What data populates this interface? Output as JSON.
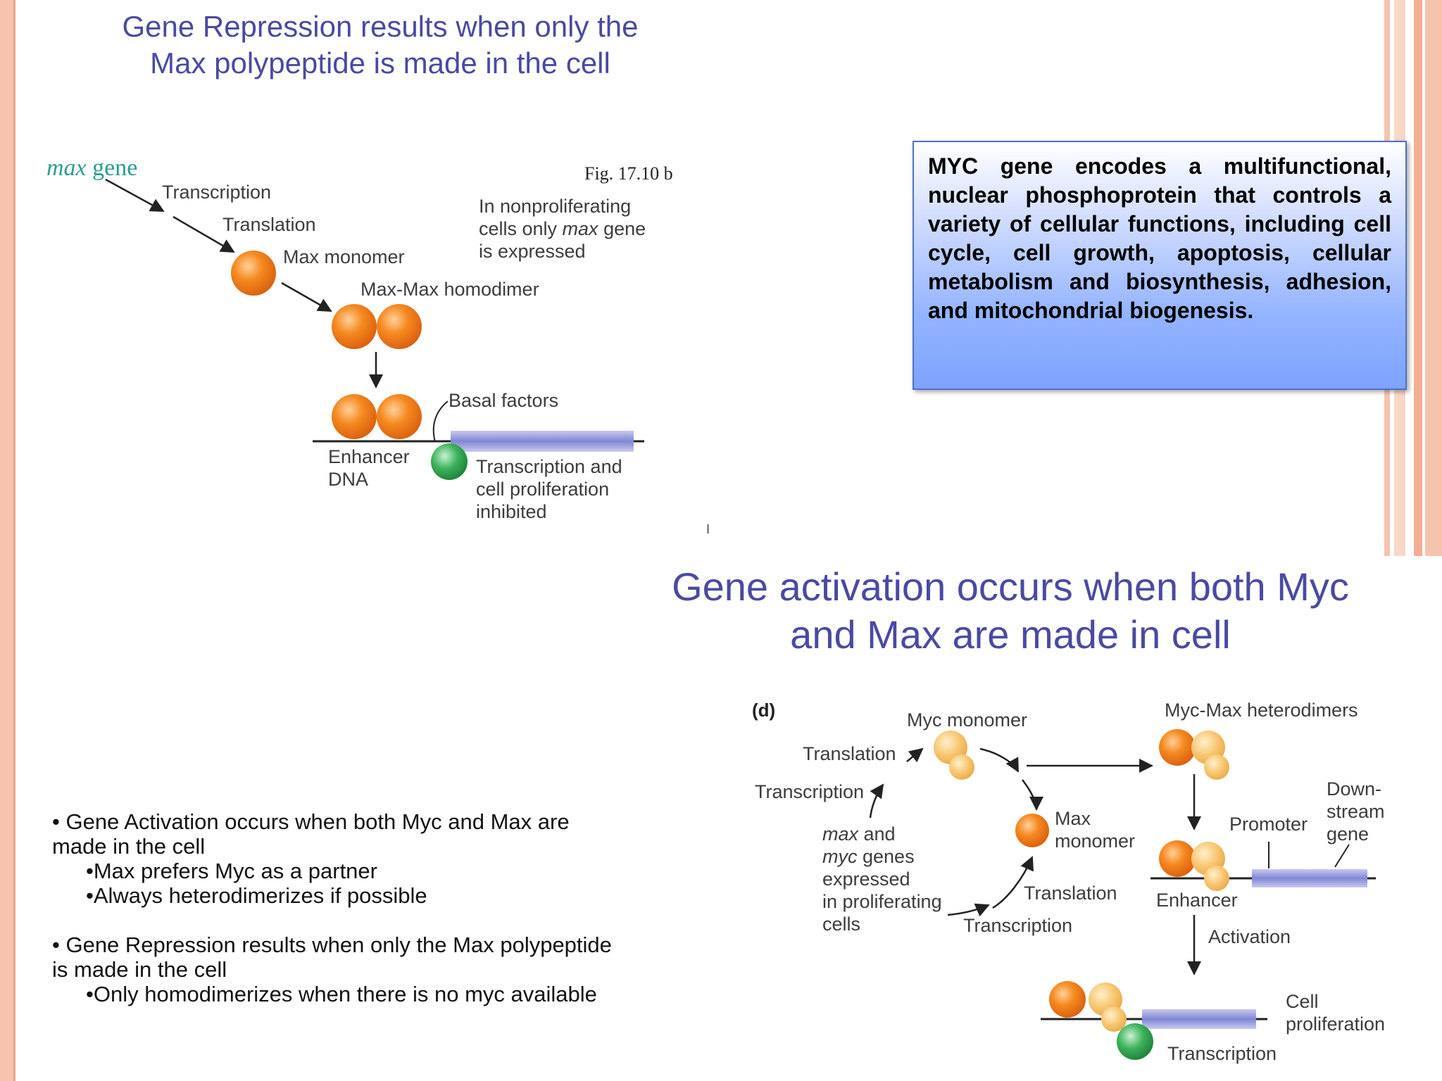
{
  "slide": {
    "title_top": "Gene Repression results when only the Max polypeptide is made in the cell",
    "title_bottom": "Gene activation occurs when both Myc and Max are made in cell",
    "callout": "MYC gene encodes a multifunctional, nuclear phosphoprotein that controls a variety of cellular functions, including cell cycle, cell growth, apoptosis, cellular metabolism and biosynthesis, adhesion, and mitochondrial biogenesis.",
    "bullets": {
      "b1": "•  Gene Activation occurs when both Myc and Max are made in the cell",
      "b1_sub1": "•Max prefers Myc as a partner",
      "b1_sub2": "•Always heterodimerizes if possible",
      "b2": "•  Gene Repression results when only the Max polypeptide is made in the cell",
      "b2_sub1": "•Only homodimerizes when there is no myc available"
    }
  },
  "fig_b": {
    "gene_italic": "max",
    "gene_word": " gene",
    "fig_label": "Fig. 17.10 b",
    "transcription": "Transcription",
    "translation": "Translation",
    "max_monomer": "Max monomer",
    "note1": "In nonproliferating",
    "note2a": "cells only ",
    "note2b": "max",
    "note2c": " gene",
    "note3": "is expressed",
    "homodimer": "Max-Max homodimer",
    "basal": "Basal factors",
    "enhancer": "Enhancer",
    "dna": "DNA",
    "inhib1": "Transcription and",
    "inhib2": "cell proliferation",
    "inhib3": "inhibited",
    "small_mark": "I"
  },
  "fig_d": {
    "panel": "(d)",
    "myc_monomer": "Myc monomer",
    "heterodimers": "Myc-Max heterodimers",
    "translation_top": "Translation",
    "transcription_left": "Transcription",
    "genes1a": "max",
    "genes1b": " and",
    "genes2a": "myc",
    "genes2b": " genes",
    "genes3": "expressed",
    "genes4": "in proliferating",
    "genes5": "cells",
    "max1": "Max",
    "max2": "monomer",
    "translation_bottom": "Translation",
    "transcription_bottom": "Transcription",
    "promoter": "Promoter",
    "down1": "Down-",
    "down2": "stream",
    "down3": "gene",
    "enhancer": "Enhancer",
    "activation": "Activation",
    "cell1": "Cell",
    "cell2": "proliferation",
    "transcription_final": "Transcription"
  },
  "colors": {
    "title": "#4a4aa2",
    "max_protein": "#f07a1e",
    "myc_protein": "#f7c36a",
    "basal_factor": "#2f9a4a",
    "gene_label": "#2a9d8f",
    "slide_border": "#f6c3ad"
  }
}
